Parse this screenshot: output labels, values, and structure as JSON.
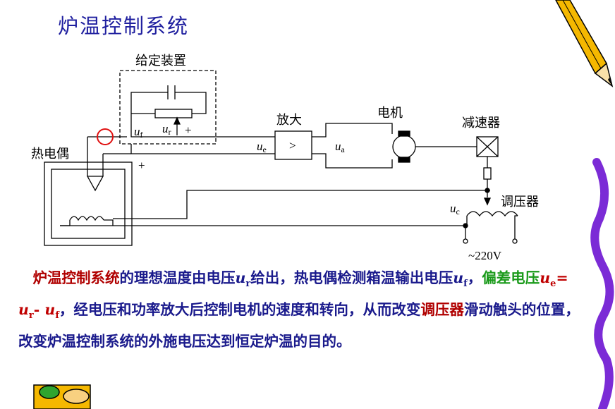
{
  "title": "炉温控制系统",
  "diagram": {
    "setpoint_device": "给定装置",
    "thermocouple": "热电偶",
    "amplifier": "放大",
    "amplifier_symbol": ">",
    "motor": "电机",
    "reducer": "减速器",
    "regulator": "调压器",
    "supply": "~220V",
    "plus_top": "+",
    "plus_side": "+",
    "u_r": "u",
    "u_r_sub": "r",
    "u_f": "u",
    "u_f_sub": "f",
    "u_e": "u",
    "u_e_sub": "e",
    "u_a": "u",
    "u_a_sub": "a",
    "u_c": "u",
    "u_c_sub": "c"
  },
  "paragraph": {
    "p1": "炉温控制系统",
    "p2": "的理想温度由电压",
    "p3": "u",
    "p3_sub": "r",
    "p4": "给出，热电偶检测箱温输出电压",
    "p5": "u",
    "p5_sub": "f",
    "p6": "，",
    "p7": "偏差电压",
    "p8": "u",
    "p8_sub": "e",
    "p9": "= ",
    "p10": "u",
    "p10_sub": "r",
    "p11": "- ",
    "p12": "u",
    "p12_sub": "f",
    "p13": "，经电压和功率放大后控制电机的速度和转向，从而改变",
    "p14": "调压器",
    "p15": "滑动触头的位置，改变炉温控制系统的外施电压达到恒定炉温的目的。"
  },
  "colors": {
    "title": "#1f1f9f",
    "text_blue": "#1a1a8c",
    "text_red": "#b00000",
    "text_green": "#1a9a1a",
    "highlight_circle": "#e01010",
    "deco_purple": "#7b2bd6",
    "pencil_yellow": "#f5b800"
  }
}
